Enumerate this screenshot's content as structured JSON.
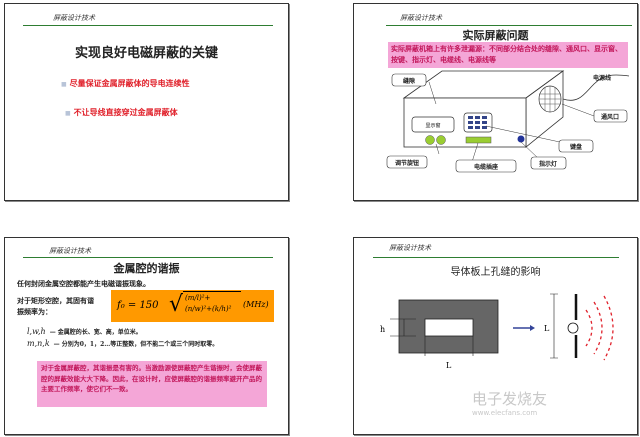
{
  "header": "屏蔽设计技术",
  "slide1": {
    "title": "实现良好电磁屏蔽的关键",
    "bullets": [
      "尽量保证金属屏蔽体的导电连续性",
      "不让导线直接穿过金属屏蔽体"
    ]
  },
  "slide2": {
    "title": "实际屏蔽问题",
    "note": "实际屏蔽机箱上有许多泄漏源：不同部分结合处的缝隙、通风口、显示窗、按键、指示灯、电缆线、电源线等",
    "labels": {
      "gap": "缝隙",
      "power_cable": "电源线",
      "vent": "通风口",
      "display": "显示窗",
      "keypad": "键盘",
      "knob": "调节旋钮",
      "cable_socket": "电缆插座",
      "indicator": "指示灯"
    }
  },
  "slide3": {
    "title": "金属腔的谐振",
    "intro": "任何封闭金属空腔都能产生电磁谐振现象。",
    "cavity": "对于矩形空腔，其固有谐振频率为：",
    "formula": {
      "lhs": "f₀ = 150",
      "m": "m",
      "l": "l",
      "n": "n",
      "w": "w",
      "k": "k",
      "h": "h",
      "unit": "(MHz)"
    },
    "def1_sym": "l,w,h",
    "def1": "— 金属腔的长、宽、高，单位米。",
    "def2_sym": "m,n,k",
    "def2": "— 分别为0，1，2…等正整数，但不能二个或三个同时取零。",
    "note": "对于金属屏蔽腔，其谐振是有害的。当激励源使屏蔽腔产生谐振时，会使屏蔽腔的屏蔽效能大大下降。因此，在设计时，应使屏蔽腔的谐振频率避开产品的主要工作频率，使它们不一致。"
  },
  "slide4": {
    "title": "导体板上孔缝的影响",
    "h": "h",
    "L": "L",
    "L2": "L"
  },
  "watermark": {
    "name": "电子发烧友",
    "url": "www.elecfans.com"
  },
  "colors": {
    "pink": "#f4a6d7",
    "orange": "#ff9900",
    "green": "#2e7d32",
    "red": "#e0202a"
  }
}
